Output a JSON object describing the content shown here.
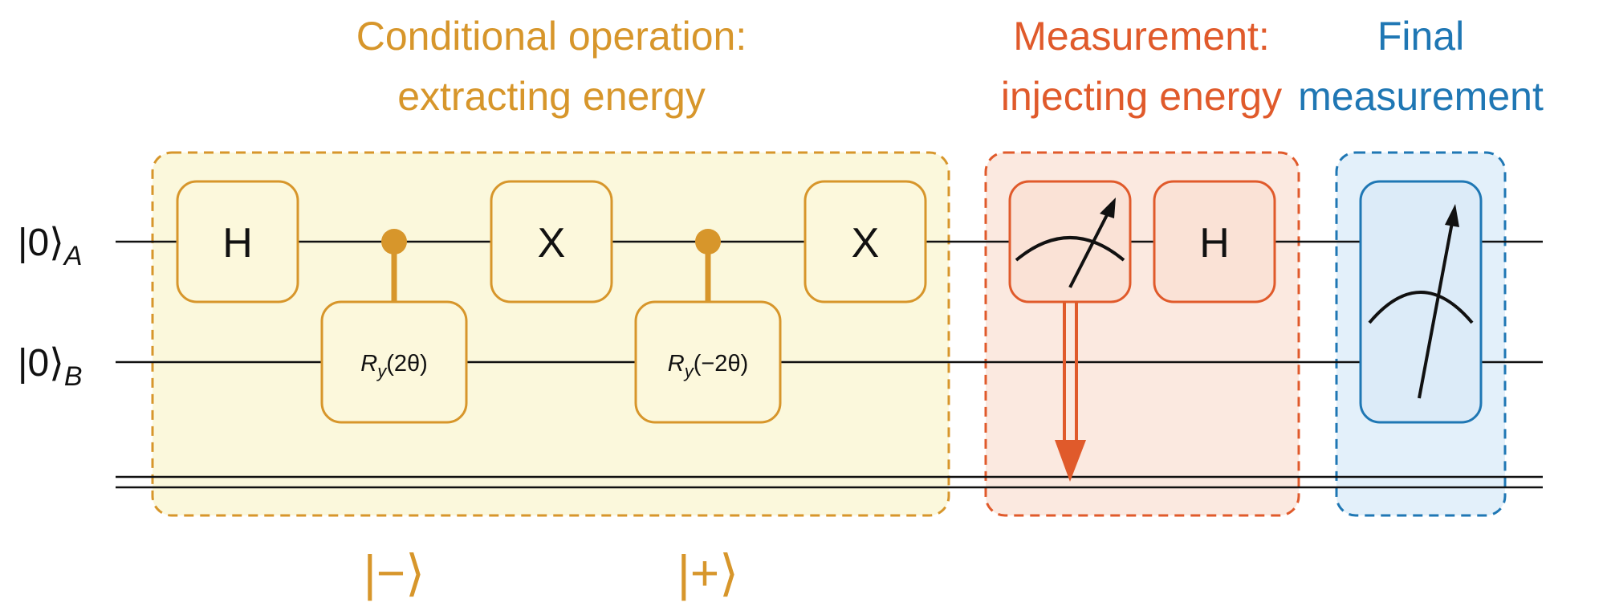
{
  "colors": {
    "cond": "#D7962B",
    "cond_fill": "#FBF8DC",
    "gate_fill": "#FCF8DC",
    "meas": "#E05A2B",
    "meas_fill": "#FBE9E0",
    "meas_gate_fill": "#FAE2D6",
    "final": "#1F77B4",
    "final_fill": "#E3F0FA",
    "final_gate_fill": "#DCEBF8",
    "wire": "#111111"
  },
  "sections": {
    "conditional": {
      "line1": "Conditional operation:",
      "line2": "extracting energy"
    },
    "measurement": {
      "line1": "Measurement:",
      "line2": "injecting energy"
    },
    "final": {
      "line1": "Final",
      "line2": "measurement"
    }
  },
  "qubits": {
    "a": {
      "ket": "|0⟩",
      "sub": "A"
    },
    "b": {
      "ket": "|0⟩",
      "sub": "B"
    }
  },
  "gates": {
    "h1": "H",
    "x1": "X",
    "x2": "X",
    "h2": "H",
    "ry1": {
      "r": "R",
      "sub": "y",
      "arg": "(2θ)"
    },
    "ry2": {
      "r": "R",
      "sub": "y",
      "arg": "(−2θ)"
    }
  },
  "states": {
    "minus": "|−⟩",
    "plus": "|+⟩"
  }
}
